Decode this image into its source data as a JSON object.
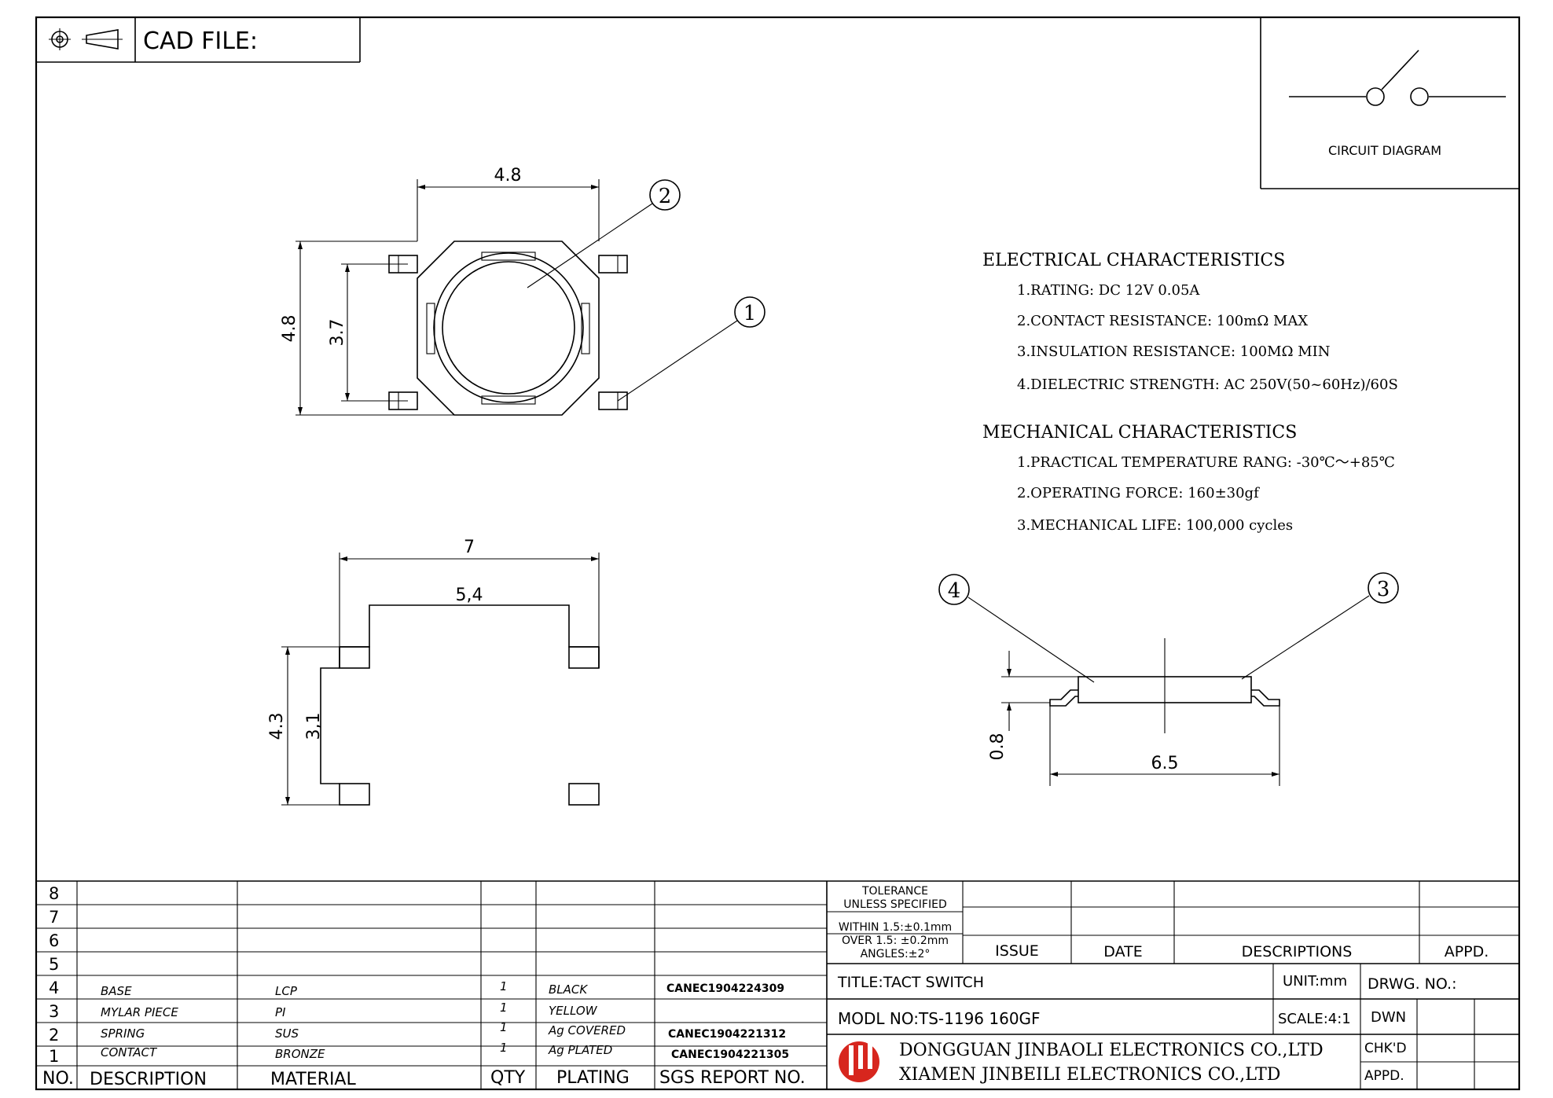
{
  "header": {
    "cad_label": "CAD FILE:"
  },
  "circuit": {
    "label": "CIRCUIT  DIAGRAM"
  },
  "dims": {
    "top_w": "4.8",
    "top_h": "4.8",
    "top_inner": "3.7",
    "bot_w": "7",
    "bot_inner": "5,4",
    "bot_h": "4.3",
    "bot_inner_h": "3,1",
    "side_w": "6.5",
    "side_h": "0.8"
  },
  "callouts": {
    "c1": "1",
    "c2": "2",
    "c3": "3",
    "c4": "4"
  },
  "electrical": {
    "title": "ELECTRICAL  CHARACTERISTICS",
    "items": [
      "1.RATING: DC 12V 0.05A",
      "2.CONTACT RESISTANCE: 100mΩ  MAX",
      "3.INSULATION RESISTANCE: 100MΩ  MIN",
      "4.DIELECTRIC STRENGTH: AC 250V(50~60Hz)/60S"
    ]
  },
  "mechanical": {
    "title": "MECHANICAL  CHARACTERISTICS",
    "items": [
      "1.PRACTICAL TEMPERATURE RANG: -30℃～+85℃",
      "2.OPERATING FORCE: 160±30gf",
      "3.MECHANICAL LIFE: 100,000 cycles"
    ]
  },
  "bom": {
    "headers": [
      "NO.",
      "DESCRIPTION",
      "MATERIAL",
      "QTY",
      "PLATING",
      "SGS REPORT NO."
    ],
    "rows": [
      {
        "no": "8",
        "desc": "",
        "mat": "",
        "qty": "",
        "plating": "",
        "sgs": ""
      },
      {
        "no": "7",
        "desc": "",
        "mat": "",
        "qty": "",
        "plating": "",
        "sgs": ""
      },
      {
        "no": "6",
        "desc": "",
        "mat": "",
        "qty": "",
        "plating": "",
        "sgs": ""
      },
      {
        "no": "5",
        "desc": "",
        "mat": "",
        "qty": "",
        "plating": "",
        "sgs": ""
      },
      {
        "no": "4",
        "desc": "BASE",
        "mat": "LCP",
        "qty": "1",
        "plating": "BLACK",
        "sgs": "CANEC1904224309"
      },
      {
        "no": "3",
        "desc": "MYLAR  PIECE",
        "mat": "PI",
        "qty": "1",
        "plating": "YELLOW",
        "sgs": ""
      },
      {
        "no": "2",
        "desc": "SPRING",
        "mat": "SUS",
        "qty": "1",
        "plating": "Ag  COVERED",
        "sgs": "CANEC1904221312"
      },
      {
        "no": "1",
        "desc": "CONTACT",
        "mat": "BRONZE",
        "qty": "1",
        "plating": "Ag  PLATED",
        "sgs": "CANEC1904221305"
      }
    ]
  },
  "titleblock": {
    "tol1": "TOLERANCE",
    "tol2": "UNLESS  SPECIFIED",
    "tol3": "WITHIN 1.5:±0.1mm",
    "tol4": "OVER  1.5:  ±0.2mm",
    "tol5": "ANGLES:±2°",
    "issue": "ISSUE",
    "date": "DATE",
    "descriptions": "DESCRIPTIONS",
    "appd": "APPD.",
    "title": "TITLE:TACT  SWITCH",
    "unit": "UNIT:mm",
    "drwg": "DRWG.  NO.:",
    "model": "MODL  NO:TS-1196  160GF",
    "scale": "SCALE:4:1",
    "dwn": "DWN",
    "company1": "DONGGUAN JINBAOLI ELECTRONICS CO.,LTD",
    "company2": "XIAMEN JINBEILI ELECTRONICS CO.,LTD",
    "chkd": "CHK'D",
    "appd2": "APPD."
  },
  "colors": {
    "logo": "#d7261e",
    "ink": "#000000"
  }
}
